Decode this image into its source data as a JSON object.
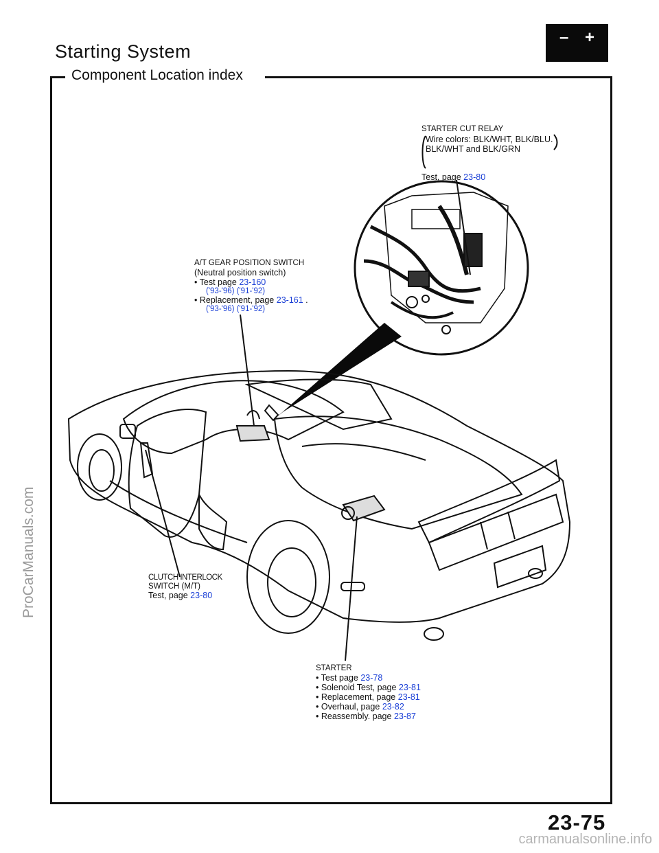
{
  "header": {
    "title": "Starting System",
    "subtitle": "Component Location index",
    "battery_neg": "–",
    "battery_pos": "+"
  },
  "relay": {
    "title": "STARTER CUT RELAY",
    "wire_line1": "Wire colors: BLK/WHT, BLK/BLU.",
    "wire_line2": "BLK/WHT and BLK/GRN",
    "test_label": "Test, page",
    "test_page": "23-80"
  },
  "at_switch": {
    "title": "A/T GEAR POSITION SWITCH",
    "subtitle": "(Neutral position switch)",
    "test_label": "• Test page",
    "test_page": "23-160",
    "test_years": "('93-'96) ('91-'92)",
    "replace_label": "• Replacement, page",
    "replace_page": "23-161",
    "replace_suffix": ".",
    "replace_years": "('93-'96) ('91-'92)"
  },
  "clutch": {
    "line1": "CLUTCH INTERLOCK",
    "line2": "SWITCH (M/T)",
    "test_label": "Test, page",
    "test_page": "23-80"
  },
  "starter": {
    "title": "STARTER",
    "items": [
      {
        "label": "• Test page",
        "page": "23-78"
      },
      {
        "label": "• Solenoid Test, page",
        "page": "23-81"
      },
      {
        "label": "• Replacement, page",
        "page": "23-81"
      },
      {
        "label": "• Overhaul, page",
        "page": "23-82"
      },
      {
        "label": "• Reassembly. page",
        "page": "23-87"
      }
    ]
  },
  "page_number": "23-75",
  "watermark": "ProCarManuals.com",
  "footer": "carmanualsonline.info"
}
